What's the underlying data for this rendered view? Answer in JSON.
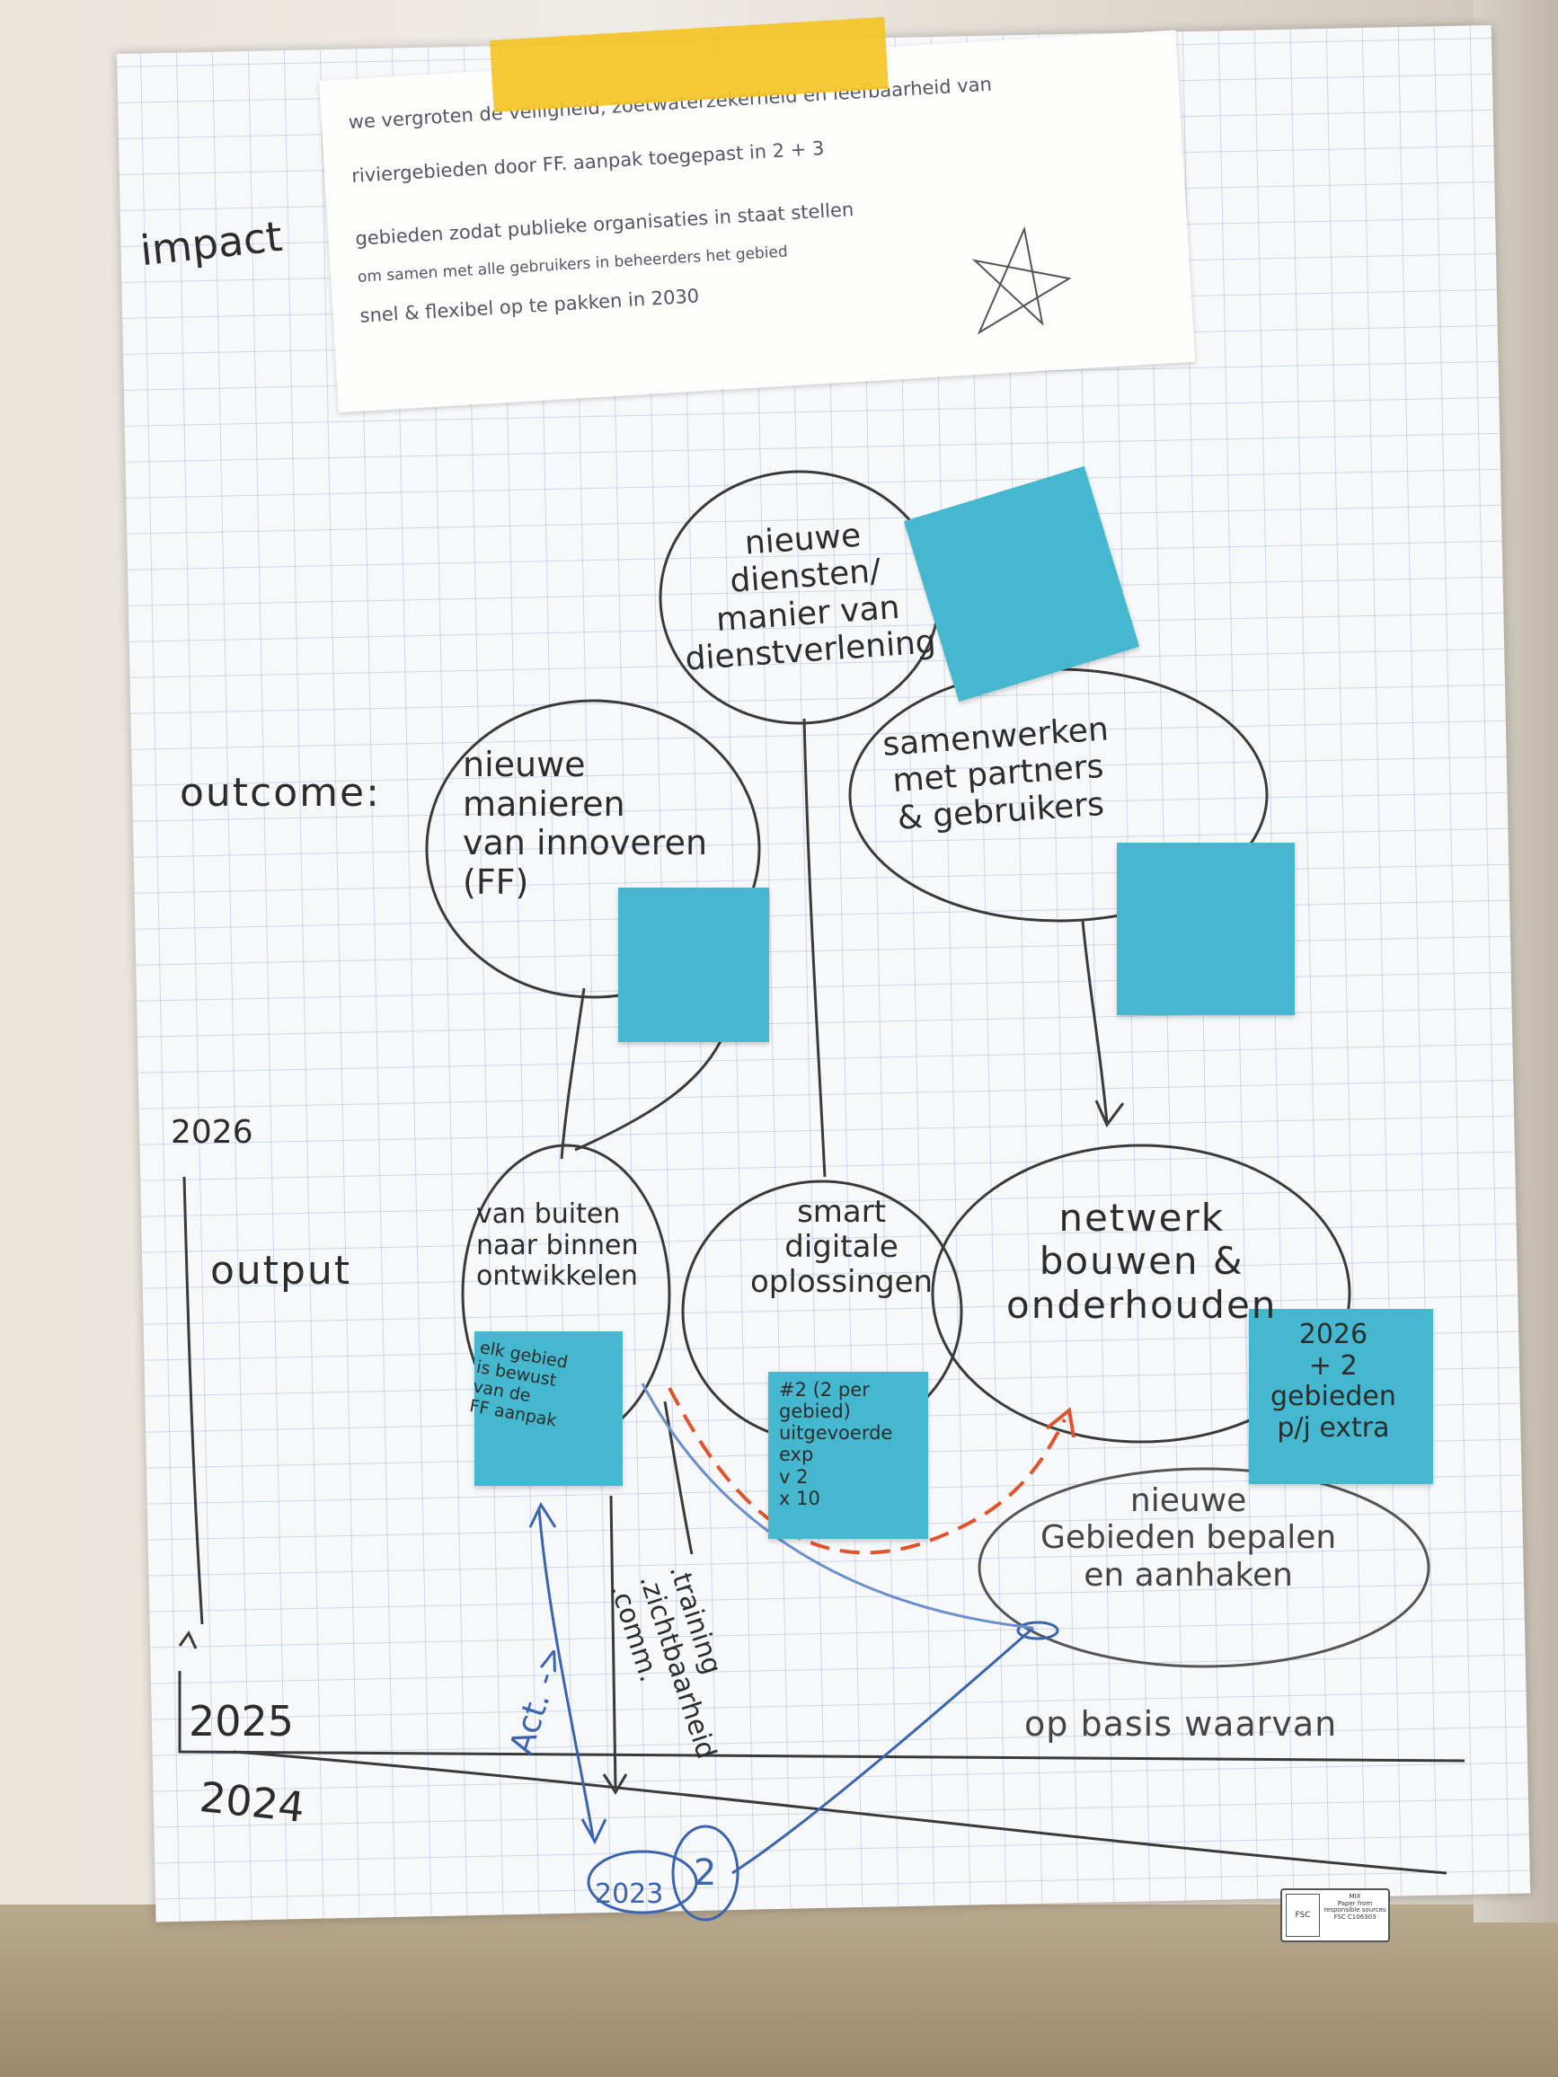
{
  "impact": {
    "label": "impact",
    "card_lines": [
      "we vergroten de veiligheid, zoetwaterzekerheid en leefbaarheid van",
      "riviergebieden door FF. aanpak toegepast in 2 + 3",
      "gebieden zodat publieke organisaties in staat stellen",
      "om samen met alle gebruikers in beheerders het gebied",
      "snel & flexibel op te pakken in 2030"
    ]
  },
  "outcome": {
    "label": "outcome:",
    "nodes": [
      "nieuwe\ndiensten/\nmanier van\ndienstverlening",
      "nieuwe\nmanieren\nvan innoveren\n(FF)",
      "samenwerken\nmet partners\n& gebruikers"
    ]
  },
  "output": {
    "label": "output",
    "nodes": [
      "van buiten\nnaar binnen\nontwikkelen",
      "smart\ndigitale\noplossingen",
      "netwerk\nbouwen &\nonderhouden",
      "nieuwe\nGebieden bepalen\nen aanhaken"
    ]
  },
  "years": {
    "y2026": "2026",
    "y2025": "2025",
    "y2024": "2024",
    "y2023": "2023",
    "circled": "2"
  },
  "stickies": {
    "s1": "elk gebied\nis bewust\nvan de\nFF aanpak",
    "s2": "#2 (2 per\ngebied)\nuitgevoerde\nexp\nv 2\nx 10",
    "s3": "2026\n+ 2\ngebieden\np/j extra"
  },
  "annotations": {
    "training": ".training\n.zichtbaarheid\n.comm.",
    "act": "Act. ->",
    "basis": "op basis waarvan"
  },
  "fsc": {
    "mark": "FSC",
    "text": "MIX\nPaper from\nresponsible sources\nFSC C106303"
  },
  "colors": {
    "sticky": "#45b8cf",
    "ink": "#2c2c2c",
    "blue_ink": "#3a63b0",
    "red_ink": "#e0532b",
    "tape": "#f4c426"
  }
}
